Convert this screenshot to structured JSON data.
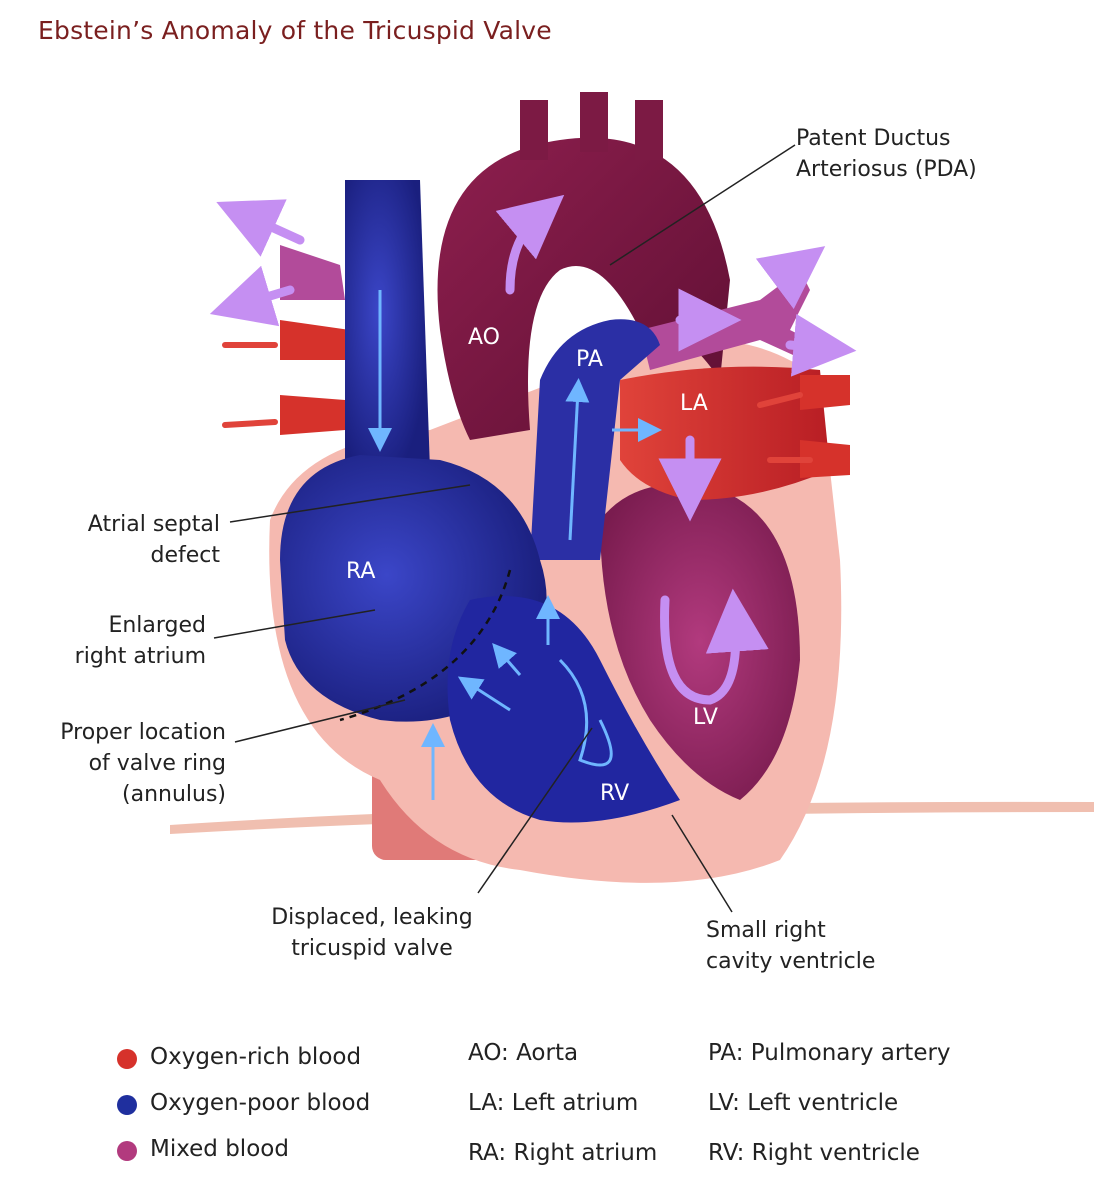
{
  "title": "Ebstein’s Anomaly of the Tricuspid Valve",
  "diagram_labels": {
    "ao": "AO",
    "pa": "PA",
    "la": "LA",
    "ra": "RA",
    "lv": "LV",
    "rv": "RV"
  },
  "callouts": {
    "pda_line1": "Patent Ductus",
    "pda_line2": "Arteriosus (PDA)",
    "asd_line1": "Atrial septal",
    "asd_line2": "defect",
    "enlarged_line1": "Enlarged",
    "enlarged_line2": "right atrium",
    "proper_line1": "Proper location",
    "proper_line2": "of valve ring",
    "proper_line3": "(annulus)",
    "displaced_line1": "Displaced, leaking",
    "displaced_line2": "tricuspid valve",
    "small_line1": "Small right",
    "small_line2": "cavity ventricle"
  },
  "legend": {
    "colors": [
      {
        "label": "Oxygen-rich blood",
        "color": "#d6322b"
      },
      {
        "label": "Oxygen-poor blood",
        "color": "#1f2f9e"
      },
      {
        "label": "Mixed blood",
        "color": "#b23a7e"
      }
    ],
    "abbreviations": [
      {
        "abbr": "AO:",
        "full": "Aorta"
      },
      {
        "abbr": "LA:",
        "full": "Left atrium"
      },
      {
        "abbr": "RA:",
        "full": "Right atrium"
      },
      {
        "abbr": "PA:",
        "full": "Pulmonary artery"
      },
      {
        "abbr": "LV:",
        "full": "Left ventricle"
      },
      {
        "abbr": "RV:",
        "full": "Right ventricle"
      }
    ]
  }
}
